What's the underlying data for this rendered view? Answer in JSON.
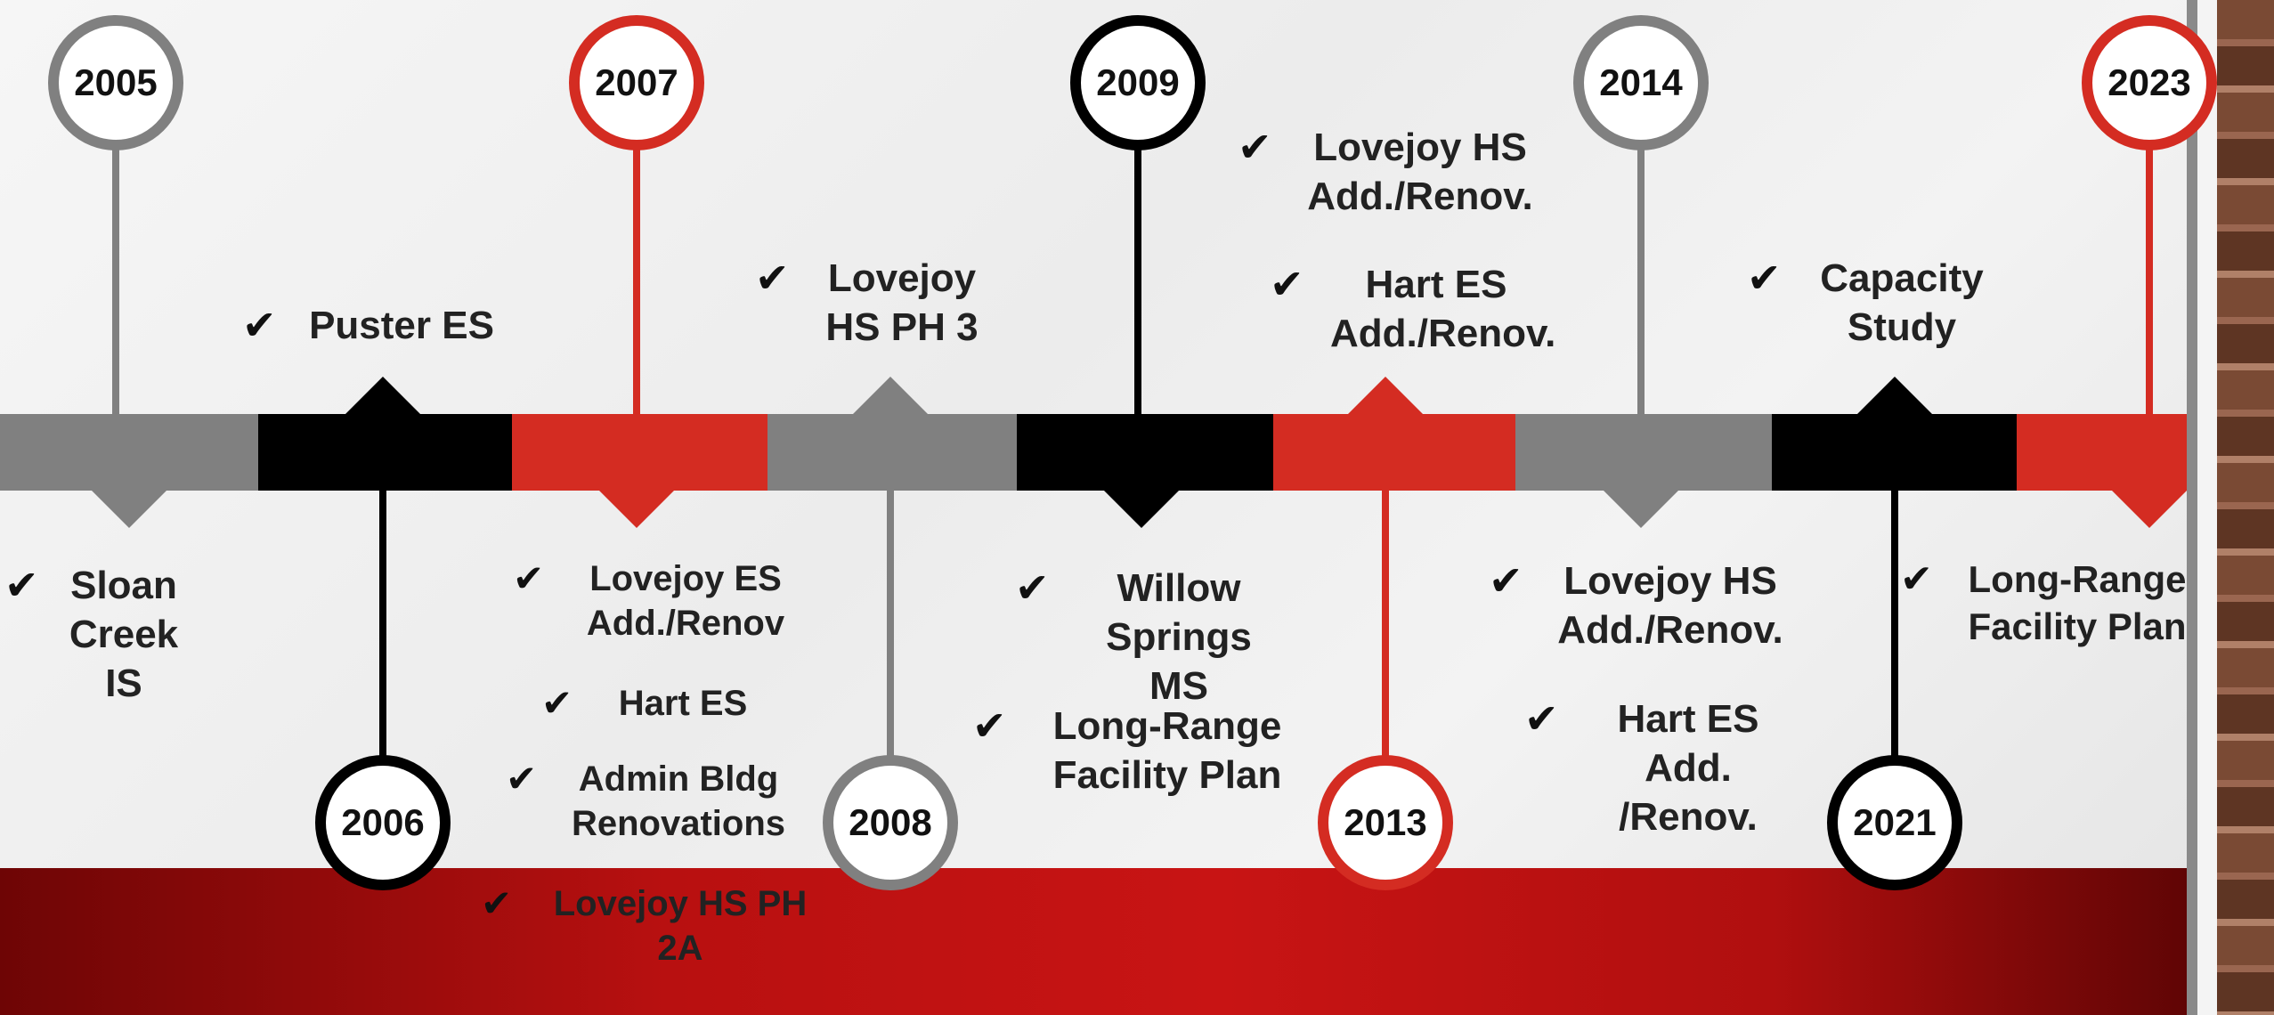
{
  "timeline": {
    "colors": {
      "gray": "#808080",
      "black": "#000000",
      "red": "#d42c22",
      "text": "#111111"
    },
    "check_glyph": "✔",
    "years": [
      {
        "year": "2005",
        "color": "gray",
        "position": "above"
      },
      {
        "year": "2006",
        "color": "black",
        "position": "below"
      },
      {
        "year": "2007",
        "color": "red",
        "position": "above"
      },
      {
        "year": "2008",
        "color": "gray",
        "position": "below"
      },
      {
        "year": "2009",
        "color": "black",
        "position": "above"
      },
      {
        "year": "2013",
        "color": "red",
        "position": "below"
      },
      {
        "year": "2014",
        "color": "gray",
        "position": "above"
      },
      {
        "year": "2021",
        "color": "black",
        "position": "below"
      },
      {
        "year": "2023",
        "color": "red",
        "position": "above"
      }
    ],
    "items": [
      {
        "year": "2005",
        "text": "Sloan\nCreek IS"
      },
      {
        "year": "2006",
        "text": "Puster ES"
      },
      {
        "year": "2007",
        "text": "Lovejoy ES\nAdd./Renov"
      },
      {
        "year": "2007",
        "text": "Hart ES"
      },
      {
        "year": "2007",
        "text": "Admin Bldg\nRenovations"
      },
      {
        "year": "2007",
        "text": "Lovejoy HS PH\n2A"
      },
      {
        "year": "2008",
        "text": "Lovejoy\nHS PH 3"
      },
      {
        "year": "2009",
        "text": "Willow\nSprings MS"
      },
      {
        "year": "2009",
        "text": "Long-Range\nFacility Plan"
      },
      {
        "year": "2013",
        "text": "Lovejoy HS\nAdd./Renov."
      },
      {
        "year": "2013",
        "text": "Hart ES\nAdd./Renov."
      },
      {
        "year": "2014",
        "text": "Lovejoy HS\nAdd./Renov."
      },
      {
        "year": "2014",
        "text": "Hart ES\nAdd. /Renov."
      },
      {
        "year": "2021",
        "text": "Capacity\nStudy"
      },
      {
        "year": "2023",
        "text": "Long-Range\nFacility Plan"
      }
    ]
  }
}
